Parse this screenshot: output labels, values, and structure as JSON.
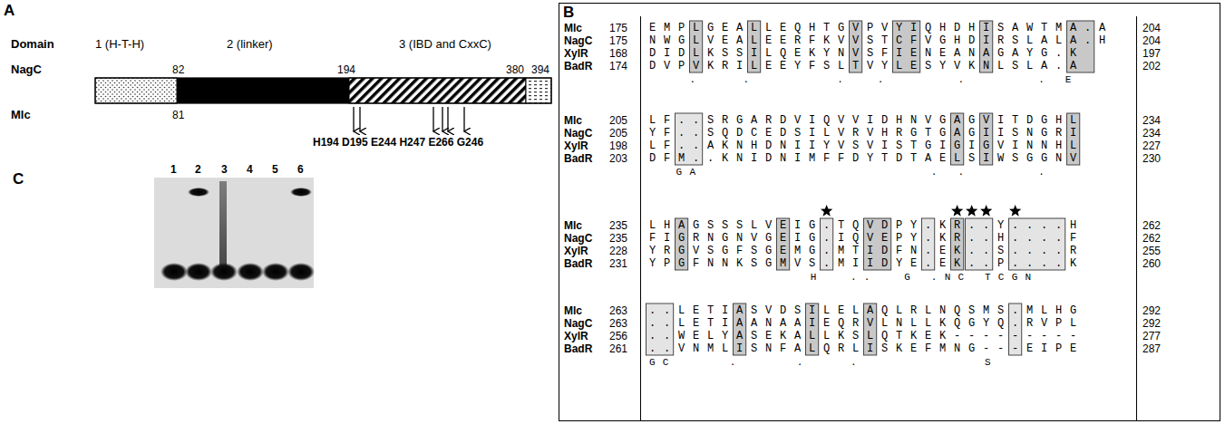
{
  "diagram": {
    "labels": [
      "A",
      "Domain",
      "1 (H-T-H)",
      "2 (linker)",
      "3 (IBD and CxxC)",
      "NagC",
      "82",
      "194",
      "380",
      "394",
      "Mlc",
      "81",
      "H194 D195 E244 H247 E266 G246",
      "C",
      "1",
      "2",
      "3",
      "4",
      "5",
      "6",
      "B",
      "Mlc",
      "175",
      "E M P L G E A L L E Q H T G V P V Y I Q H D H I S A W T M A . A",
      "204",
      "NagC",
      "175",
      "N W G L V E A L E E R F K V V S T C F V G H D I R S L A L A . H",
      "204",
      "XylR",
      "168",
      "D I D L K S S I L Q E K Y N V S F I E N E A N A G A Y G . K",
      "197",
      "BadR",
      "174",
      "D V P V K R I L E E Y F S L T V Y L E S Y V K N L S L A . A",
      "202",
      "      .       .             .     .           .           .   E",
      "Mlc",
      "205",
      "L F . . S R G A R D V I Q V V I D H N V G A G V I T D G H L",
      "234",
      "NagC",
      "205",
      "Y F . . S Q D C E D S I L V R V H R G T G A G I I S N G R I",
      "234",
      "XylR",
      "198",
      "L F . . A K N H D N I I Y V S V I S T G I G I G V I N N H L",
      "227",
      "BadR",
      "203",
      "D F M . . K N I D N I M F F D Y T D T A E L S I W S G G N V",
      "230",
      "    G A                                   .   .           .",
      "Mlc",
      "235",
      "L H A G S S S L V E I G . T Q V D P Y . K R . . Y . . . . H",
      "262",
      "NagC",
      "235",
      "F I G R N G N V G E I G . I Q V E P Y . K R . . H . . . . F",
      "262",
      "XylR",
      "228",
      "Y R G V S G F S G E M G . M T I D F N . E K . . S . . . . R",
      "255",
      "BadR",
      "231",
      "Y P G F N N K S G M V S . M I I D Y E . E K . . P . . . . K",
      "260",
      "                        H     . .     G   . N C   T C G N",
      "Mlc",
      "263",
      ". . L E T I A S V D S I L E L A Q L R L N Q S M S . M L H G",
      "292",
      "NagC",
      "263",
      ". . L E T I A A N A A I E Q R V L N L L K Q G Y Q . R V P L",
      "292",
      "XylR",
      "256",
      ". . W E L Y A S E K A L L K S L Q T K E K - - - - - - - - -",
      "277",
      "BadR",
      "261",
      ". . V N M L I S N F A L Q R L I S K E F M N G - - - E I P E",
      "287",
      "G C         .         .       .                   S"
    ]
  }
}
